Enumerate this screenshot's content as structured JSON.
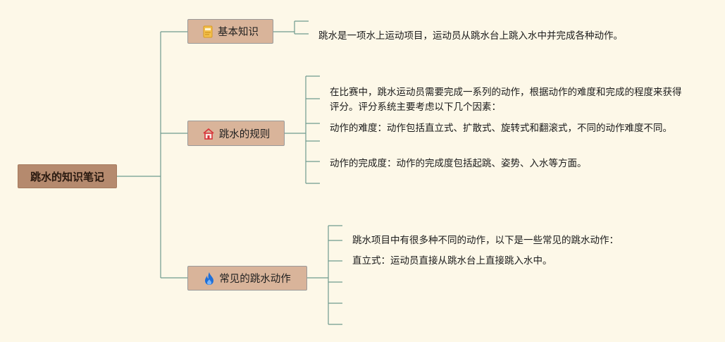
{
  "root": {
    "label": "跳水的知识笔记"
  },
  "branches": [
    {
      "label": "基本知识",
      "icon": "book-icon",
      "notes": [
        "跳水是一项水上运动项目，运动员从跳水台上跳入水中并完成各种动作。"
      ]
    },
    {
      "label": "跳水的规则",
      "icon": "house-icon",
      "notes": [
        "在比赛中，跳水运动员需要完成一系列的动作，根据动作的难度和完成的程度来获得评分。评分系统主要考虑以下几个因素：",
        "动作的难度：动作包括直立式、扩散式、旋转式和翻滚式，不同的动作难度不同。",
        "动作的完成度：动作的完成度包括起跳、姿势、入水等方面。"
      ]
    },
    {
      "label": "常见的跳水动作",
      "icon": "flame-icon",
      "notes": [
        "跳水项目中有很多种不同的动作，以下是一些常见的跳水动作：",
        "直立式：运动员直接从跳水台上直接跳入水中。"
      ]
    }
  ],
  "colors": {
    "background": "#fdf8e8",
    "root_fill": "#b58a6e",
    "branch_fill": "#d9b49a",
    "connector": "#6f9a8f"
  }
}
